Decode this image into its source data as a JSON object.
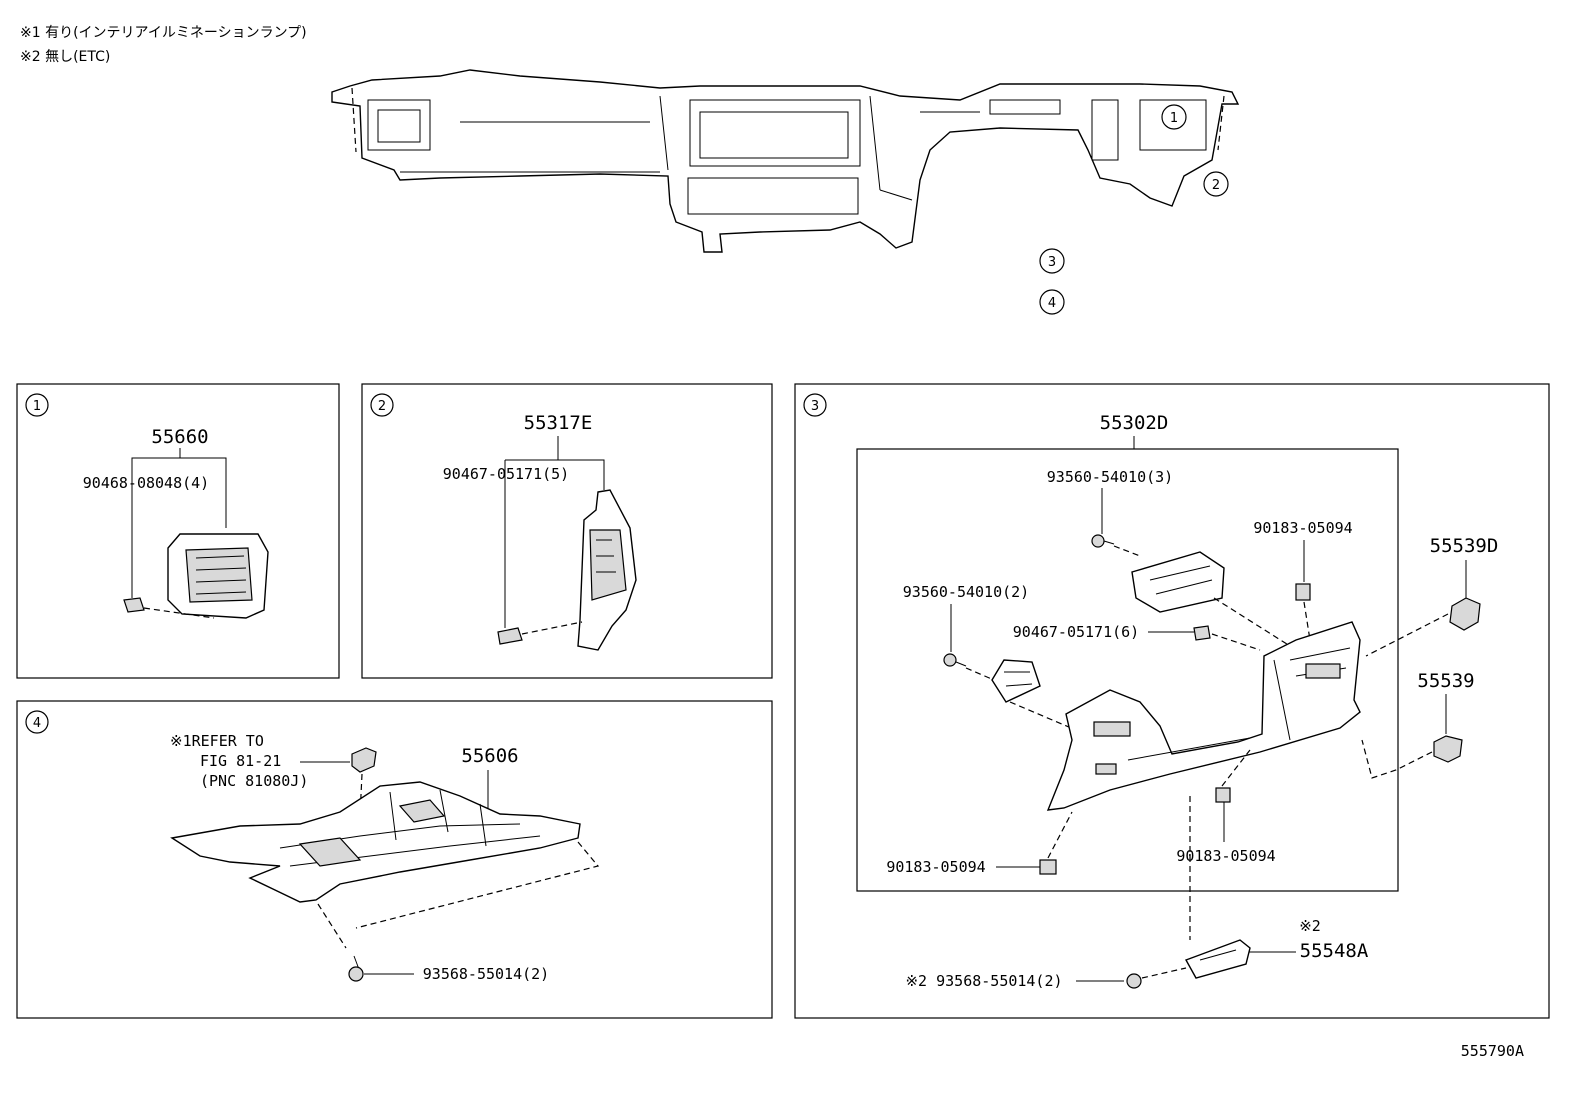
{
  "notes": [
    "※1 有り(インテリアイルミネーションランプ)",
    "※2 無し(ETC)"
  ],
  "overview_callouts": [
    "1",
    "2",
    "3",
    "4"
  ],
  "panels": {
    "p1": {
      "id": "1",
      "labels": {
        "main": "55660",
        "clip": "90468-08048(4)"
      }
    },
    "p2": {
      "id": "2",
      "labels": {
        "main": "55317E",
        "clip": "90467-05171(5)"
      }
    },
    "p3": {
      "id": "3",
      "labels": {
        "main": "55302D",
        "screw_top": "93560-54010(3)",
        "nut_top": "90183-05094",
        "screw_left": "93560-54010(2)",
        "clip": "90467-05171(6)",
        "nut_bottom_left": "90183-05094",
        "nut_bottom_mid": "90183-05094",
        "side_a": "55539D",
        "side_b": "55539",
        "note_mark": "※2",
        "bottom_part": "55548A",
        "bottom_screw": "※2 93568-55014(2)"
      }
    },
    "p4": {
      "id": "4",
      "labels": {
        "main": "55606",
        "ref_1": "※1REFER TO",
        "ref_2": "FIG 81-21",
        "ref_3": "(PNC 81080J)",
        "screw": "93568-55014(2)"
      }
    }
  },
  "figure_code": "555790A"
}
